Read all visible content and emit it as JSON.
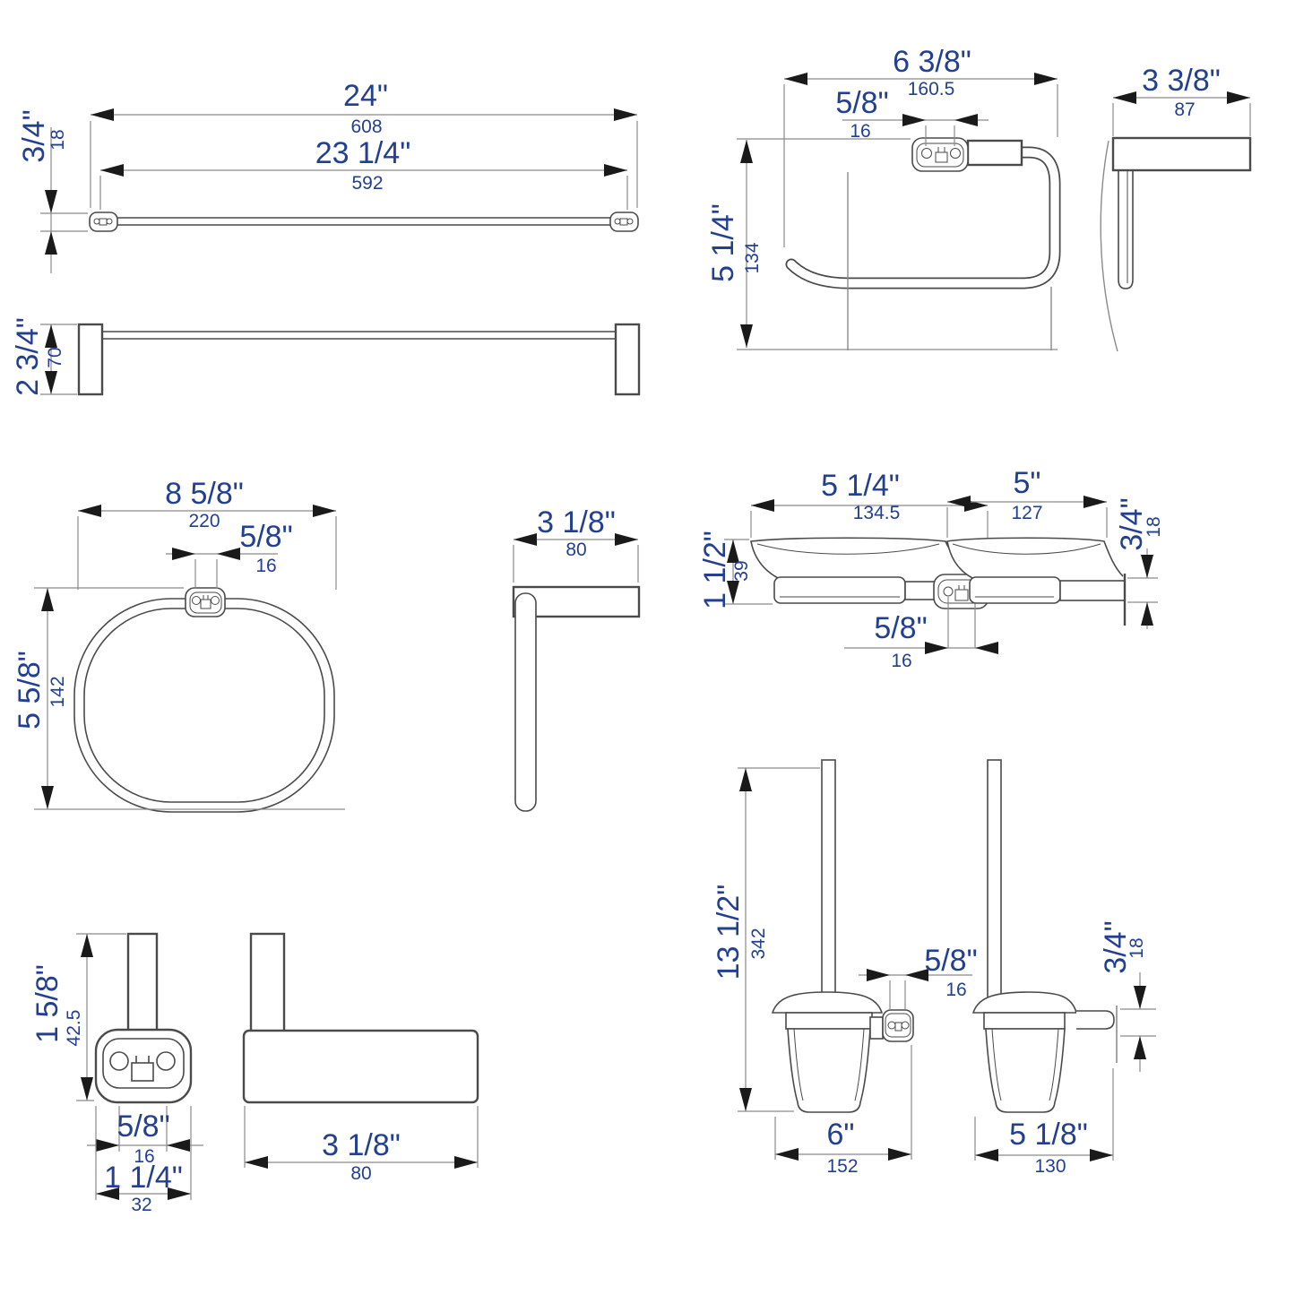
{
  "colors": {
    "text": "#23408f",
    "part_line": "#4a4a4a",
    "dim_line": "#8a8a8a",
    "arrow": "#1a1a1a"
  },
  "towel_bar": {
    "overall_width": {
      "in": "24\"",
      "mm": "608"
    },
    "inner_width": {
      "in": "23 1/4\"",
      "mm": "592"
    },
    "bar_height": {
      "in": "3/4\"",
      "mm": "18"
    },
    "side_height": {
      "in": "2 3/4\"",
      "mm": "70"
    }
  },
  "paper_holder": {
    "width": {
      "in": "6 3/8\"",
      "mm": "160.5"
    },
    "hole_spacing": {
      "in": "5/8\"",
      "mm": "16"
    },
    "height": {
      "in": "5 1/4\"",
      "mm": "134"
    },
    "depth": {
      "in": "3 3/8\"",
      "mm": "87"
    }
  },
  "towel_ring": {
    "width": {
      "in": "8 5/8\"",
      "mm": "220"
    },
    "hole_spacing": {
      "in": "5/8\"",
      "mm": "16"
    },
    "height": {
      "in": "5 5/8\"",
      "mm": "142"
    },
    "depth": {
      "in": "3 1/8\"",
      "mm": "80"
    }
  },
  "soap_dish": {
    "width": {
      "in": "5 1/4\"",
      "mm": "134.5"
    },
    "height": {
      "in": "1 1/2\"",
      "mm": "39"
    },
    "hole_spacing": {
      "in": "5/8\"",
      "mm": "16"
    },
    "depth": {
      "in": "5\"",
      "mm": "127"
    },
    "arm_height": {
      "in": "3/4\"",
      "mm": "18"
    }
  },
  "robe_hook": {
    "height": {
      "in": "1 5/8\"",
      "mm": "42.5"
    },
    "hole_spacing": {
      "in": "5/8\"",
      "mm": "16"
    },
    "width": {
      "in": "1 1/4\"",
      "mm": "32"
    },
    "depth": {
      "in": "3 1/8\"",
      "mm": "80"
    }
  },
  "toilet_brush": {
    "height": {
      "in": "13 1/2\"",
      "mm": "342"
    },
    "hole_spacing": {
      "in": "5/8\"",
      "mm": "16"
    },
    "width": {
      "in": "6\"",
      "mm": "152"
    },
    "arm_height": {
      "in": "3/4\"",
      "mm": "18"
    },
    "cup_depth": {
      "in": "5 1/8\"",
      "mm": "130"
    }
  }
}
